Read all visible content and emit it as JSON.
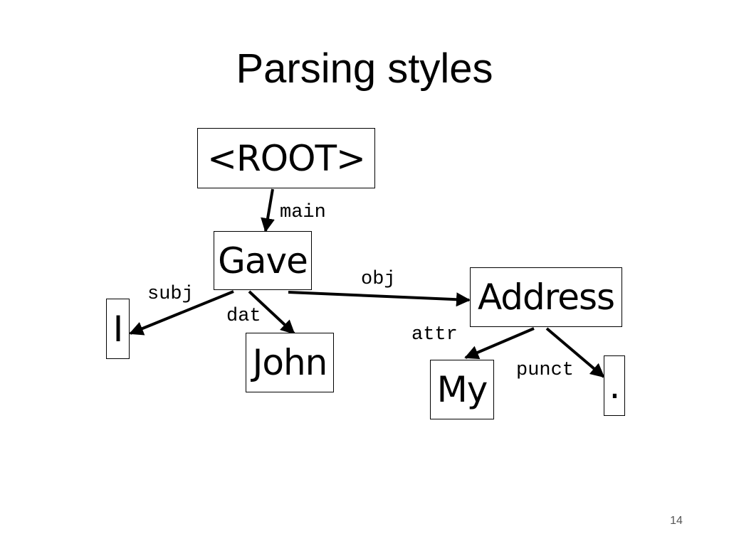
{
  "slide": {
    "title": "Parsing styles",
    "page_number": "14"
  },
  "tree": {
    "nodes": {
      "root": "<ROOT>",
      "gave": "Gave",
      "i": "I",
      "john": "John",
      "address": "Address",
      "my": "My",
      "period": "."
    },
    "relations": {
      "main": "main",
      "subj": "subj",
      "dat": "dat",
      "obj": "obj",
      "attr": "attr",
      "punct": "punct"
    }
  }
}
